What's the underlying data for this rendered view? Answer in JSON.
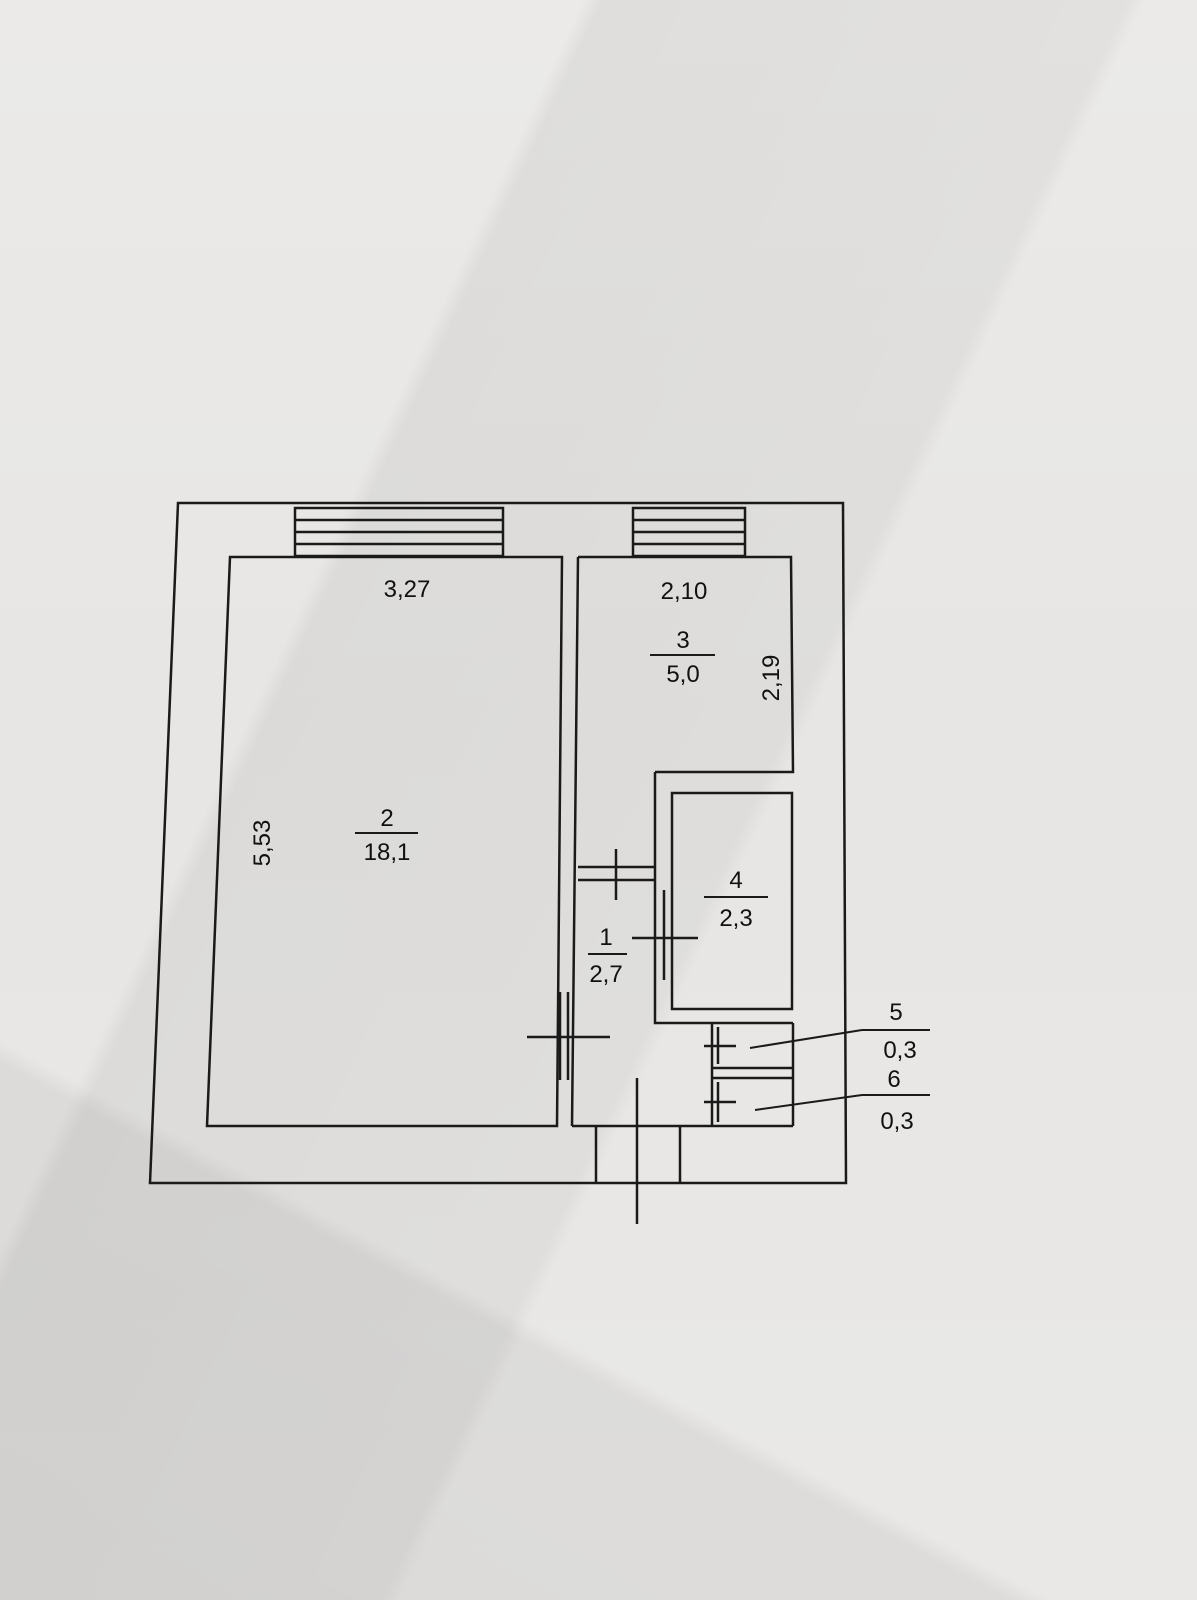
{
  "rooms": [
    {
      "number": "1",
      "area": "2,7"
    },
    {
      "number": "2",
      "area": "18,1"
    },
    {
      "number": "3",
      "area": "5,0"
    },
    {
      "number": "4",
      "area": "2,3"
    },
    {
      "number": "5",
      "area": "0,3"
    },
    {
      "number": "6",
      "area": "0,3"
    }
  ],
  "dimensions": {
    "room2_width": "3,27",
    "room2_length": "5,53",
    "room3_width": "2,10",
    "room3_length": "2,19"
  },
  "colors": {
    "line": "#1a1a1a",
    "paper": "#e9e8e6"
  }
}
